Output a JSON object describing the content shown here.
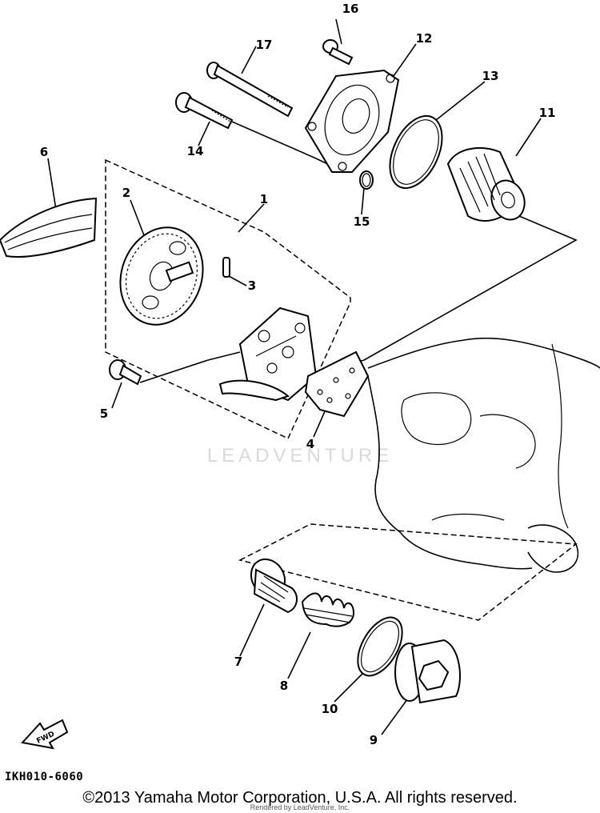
{
  "callouts": {
    "c1": "1",
    "c2": "2",
    "c3": "3",
    "c4": "4",
    "c5": "5",
    "c6": "6",
    "c7": "7",
    "c8": "8",
    "c9": "9",
    "c10": "10",
    "c11": "11",
    "c12": "12",
    "c13": "13",
    "c14": "14",
    "c15": "15",
    "c16": "16",
    "c17": "17"
  },
  "direction_arrow": {
    "label": "FWD"
  },
  "diagram_code": "IKH010-6060",
  "watermark": "LEADVENTURE",
  "footer": {
    "copyright": "©2013 Yamaha Motor Corporation, U.S.A. All rights reserved.",
    "rendered_by": "Rendered by LeadVenture, Inc."
  },
  "icons": {
    "direction": "fwd-arrow-icon",
    "watermark_logo": "leadventure-logo-icon"
  }
}
